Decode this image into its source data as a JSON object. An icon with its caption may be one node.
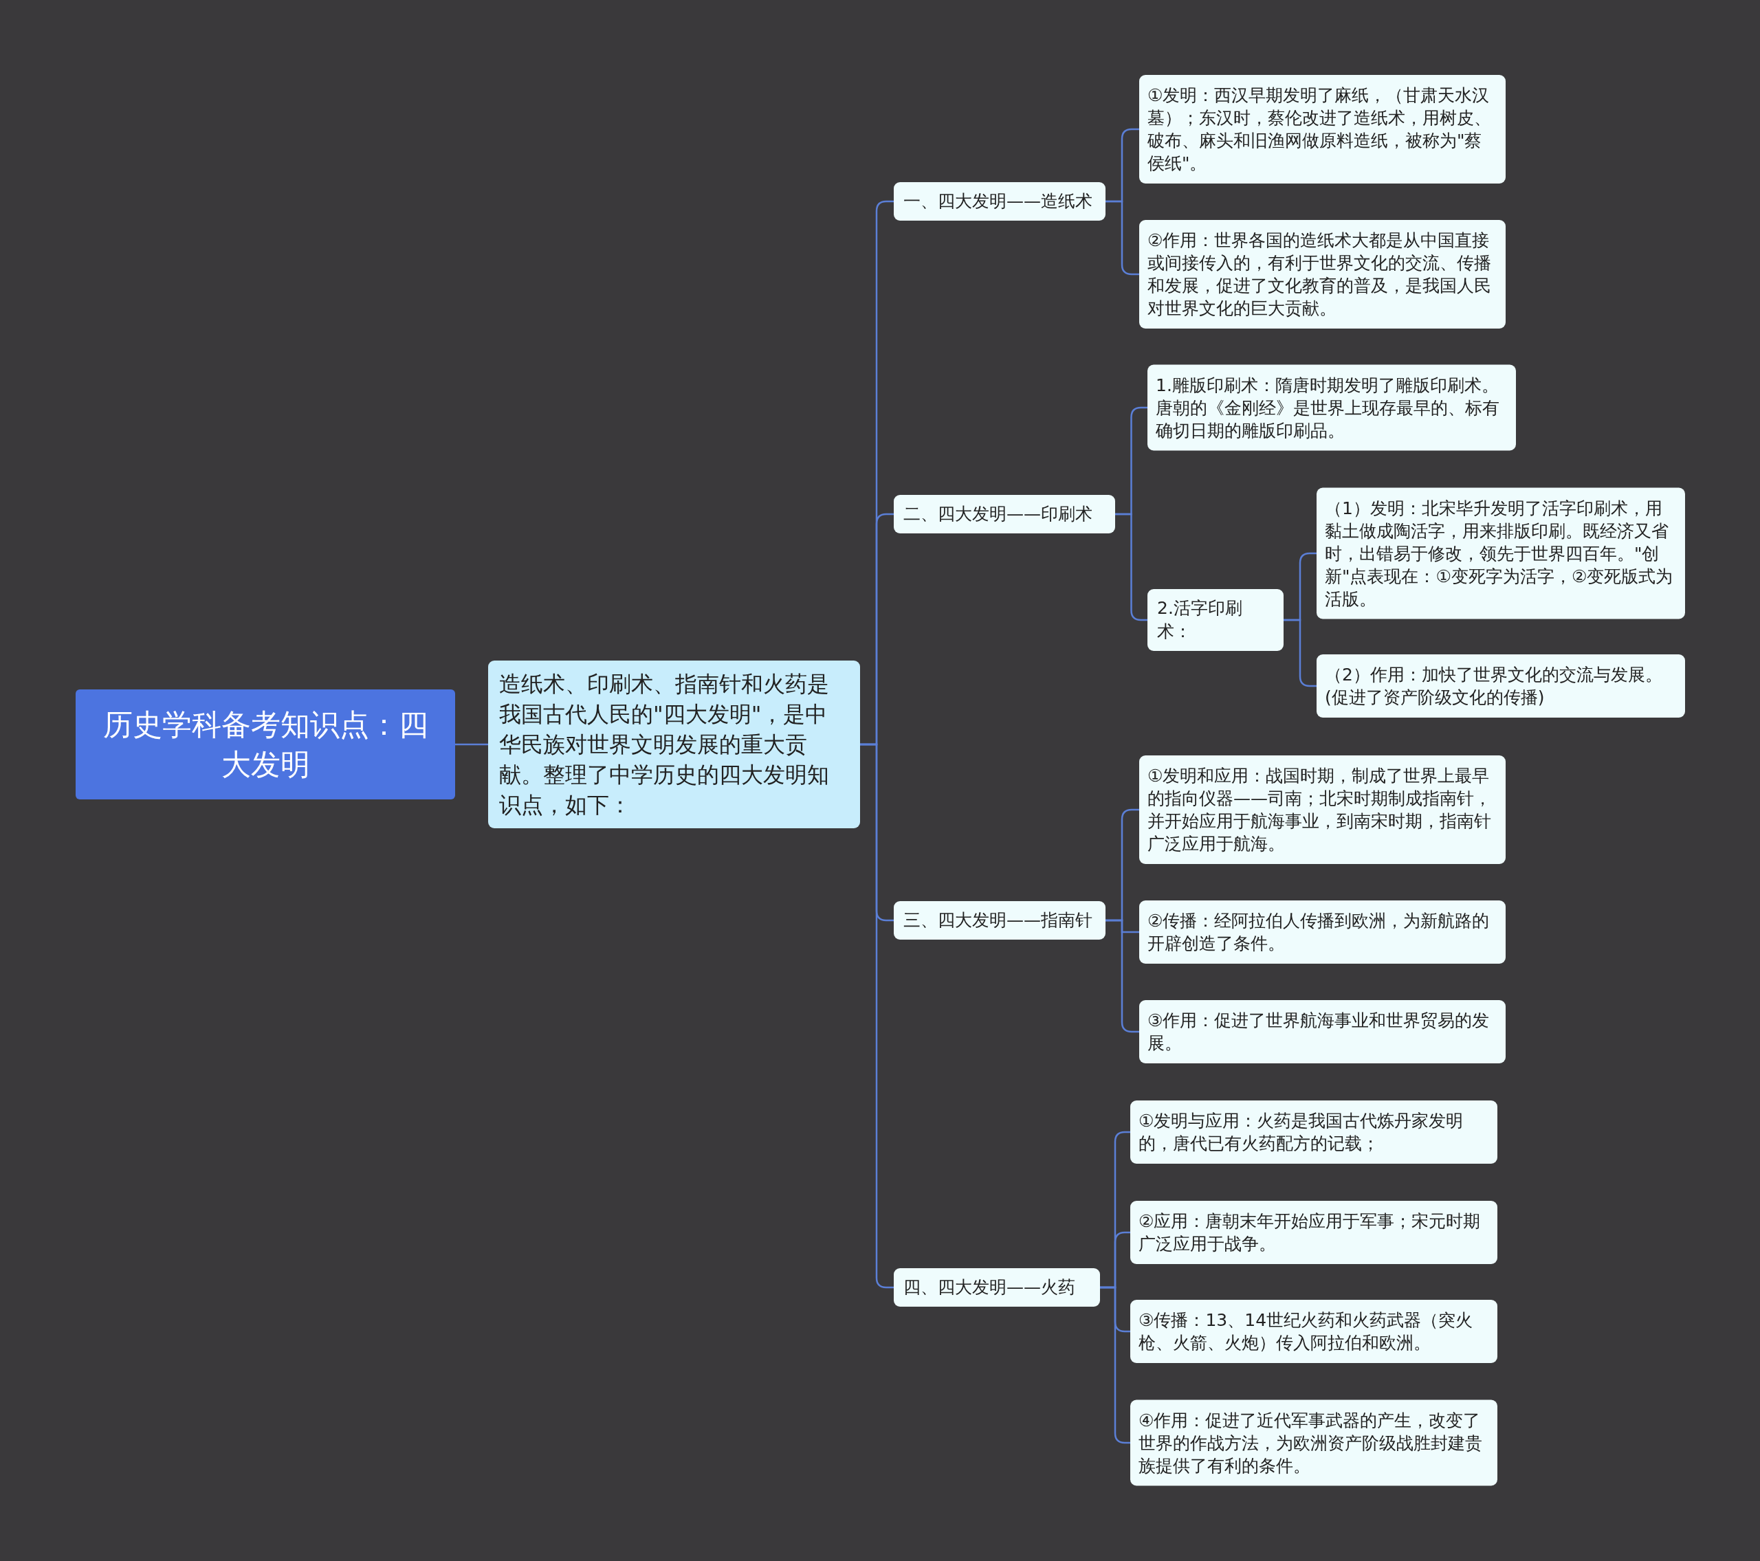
{
  "diagram": {
    "nodes": [
      {
        "text": [
          "历史学科备考知识点：四大发明"
        ]
      },
      {
        "text": [
          "造纸术、印刷术、指南针和火药是我国古代人民的\"四大发明\"，是中华民族对世界文明发展的重大贡献。整理了中学历史的四大发明知识点，如下："
        ]
      },
      {
        "text": [
          "一、四大发明——造纸术"
        ]
      },
      {
        "text": [
          "①发明：西汉早期发明了麻纸，（甘肃天水汉墓）；东汉时，蔡伦改进了造纸术，用树皮、破布、麻头和旧渔网做原料造纸，被称为\"蔡侯纸\"。"
        ]
      },
      {
        "text": [
          "②作用：世界各国的造纸术大都是从中国直接或间接传入的，有利于世界文化的交流、传播和发展，促进了文化教育的普及，是我国人民对世界文化的巨大贡献。"
        ]
      },
      {
        "text": [
          "二、四大发明——印刷术"
        ]
      },
      {
        "text": [
          "1.雕版印刷术：隋唐时期发明了雕版印刷术。唐朝的《金刚经》是世界上现存最早的、标有确切日期的雕版印刷品。"
        ]
      },
      {
        "text": [
          "2.活字印刷术："
        ]
      },
      {
        "text": [
          "（1）发明：北宋毕升发明了活字印刷术，用黏土做成陶活字，用来排版印刷。既经济又省时，出错易于修改，领先于世界四百年。\"创新\"点表现在：①变死字为活字，②变死版式为活版。"
        ]
      },
      {
        "text": [
          "（2）作用：加快了世界文化的交流与发展。(促进了资产阶级文化的传播)"
        ]
      },
      {
        "text": [
          "三、四大发明——指南针"
        ]
      },
      {
        "text": [
          "①发明和应用：战国时期，制成了世界上最早的指向仪器——司南；北宋时期制成指南针，并开始应用于航海事业，到南宋时期，指南针广泛应用于航海。"
        ]
      },
      {
        "text": [
          "②传播：经阿拉伯人传播到欧洲，为新航路的开辟创造了条件。"
        ]
      },
      {
        "text": [
          "③作用：促进了世界航海事业和世界贸易的发展。"
        ]
      },
      {
        "text": [
          "四、四大发明——火药"
        ]
      },
      {
        "text": [
          "①发明与应用：火药是我国古代炼丹家发明的，唐代已有火药配方的记载；"
        ]
      },
      {
        "text": [
          "②应用：唐朝末年开始应用于军事；宋元时期广泛应用于战争。"
        ]
      },
      {
        "text": [
          "③传播：13、14世纪火药和火药武器（突火枪、火箭、火炮）传入阿拉伯和欧洲。"
        ]
      },
      {
        "text": [
          "④作用：促进了近代军事武器的产生，改变了世界的作战方法，为欧洲资产阶级战胜封建贵族提供了有利的条件。"
        ]
      }
    ],
    "edges": [
      {
        "from": 0,
        "to": 1,
        "arrow": "none"
      },
      {
        "from": 1,
        "to": 2,
        "arrow": "none"
      },
      {
        "from": 1,
        "to": 5,
        "arrow": "none"
      },
      {
        "from": 1,
        "to": 10,
        "arrow": "none"
      },
      {
        "from": 1,
        "to": 14,
        "arrow": "none"
      },
      {
        "from": 2,
        "to": 3,
        "arrow": "none"
      },
      {
        "from": 2,
        "to": 4,
        "arrow": "none"
      },
      {
        "from": 5,
        "to": 6,
        "arrow": "none"
      },
      {
        "from": 5,
        "to": 7,
        "arrow": "none"
      },
      {
        "from": 7,
        "to": 8,
        "arrow": "none"
      },
      {
        "from": 7,
        "to": 9,
        "arrow": "none"
      },
      {
        "from": 10,
        "to": 11,
        "arrow": "none"
      },
      {
        "from": 10,
        "to": 12,
        "arrow": "none"
      },
      {
        "from": 10,
        "to": 13,
        "arrow": "none"
      },
      {
        "from": 14,
        "to": 15,
        "arrow": "none"
      },
      {
        "from": 14,
        "to": 16,
        "arrow": "none"
      },
      {
        "from": 14,
        "to": 17,
        "arrow": "none"
      },
      {
        "from": 14,
        "to": 18,
        "arrow": "none"
      }
    ]
  }
}
